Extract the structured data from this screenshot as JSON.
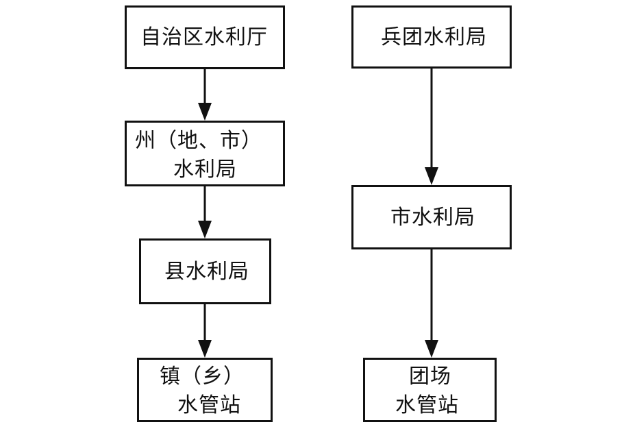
{
  "left_chain": {
    "box1": "自治区水利厅",
    "box2_line1": "州（地、市）",
    "box2_line2": "水利局",
    "box3": "县水利局",
    "box4_line1": "镇（乡）",
    "box4_line2": "水管站"
  },
  "right_chain": {
    "box1": "兵团水利局",
    "box2": "市水利局",
    "box3_line1": "团场",
    "box3_line2": "水管站"
  }
}
